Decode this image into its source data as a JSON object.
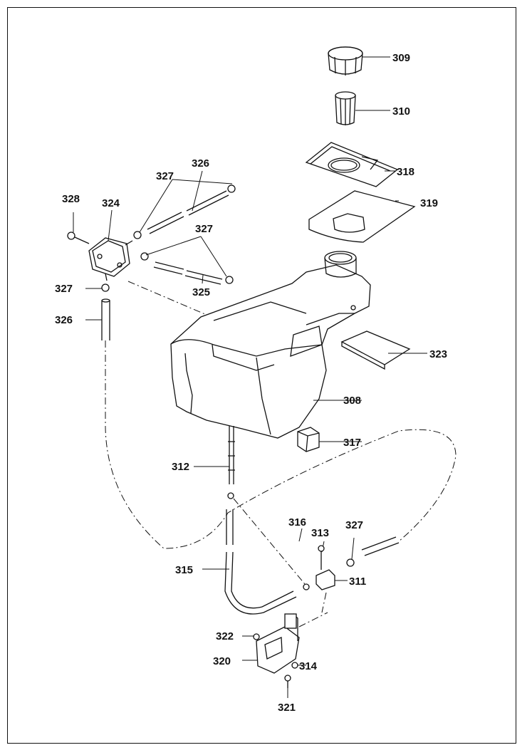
{
  "parts": {
    "p308": "308",
    "p309": "309",
    "p310": "310",
    "p311": "311",
    "p312": "312",
    "p313": "313",
    "p314": "314",
    "p315": "315",
    "p316": "316",
    "p317": "317",
    "p318": "318",
    "p319": "319",
    "p320": "320",
    "p321": "321",
    "p322": "322",
    "p323": "323",
    "p324": "324",
    "p325": "325",
    "p326": "326",
    "p327": "327",
    "p328": "328"
  }
}
